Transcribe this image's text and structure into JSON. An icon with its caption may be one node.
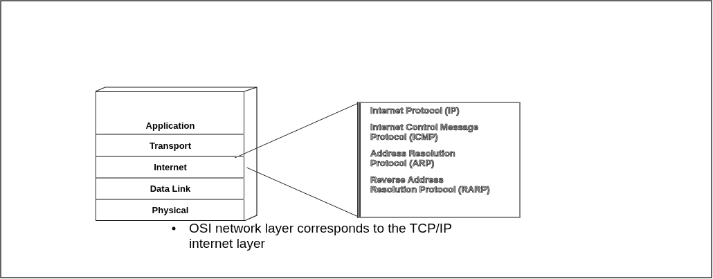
{
  "diagram": {
    "nodes": [
      {
        "text": [],
        "shape": "box"
      },
      {
        "text": [
          "Application"
        ],
        "in": 0
      },
      {
        "text": [
          "Transport"
        ],
        "in": 0
      },
      {
        "text": [
          "Internet"
        ],
        "in": 0
      },
      {
        "text": [
          "Data Link"
        ],
        "in": 0
      },
      {
        "text": [
          "Physical"
        ],
        "in": 0
      },
      {
        "text": [
          "Internet Protocol (IP)",
          "Internet Control Message Protocol (ICMP)",
          "Address Resolution Protocol (ARP)",
          "Reverse Address Resolution Protocol (RARP)"
        ]
      }
    ],
    "edges": [
      {
        "from": 3,
        "to": 6,
        "arrow": "none"
      },
      {
        "from": 3,
        "to": 6,
        "arrow": "none"
      }
    ],
    "labels": [
      "OSI network layer corresponds to the TCP/IP internet layer"
    ]
  }
}
